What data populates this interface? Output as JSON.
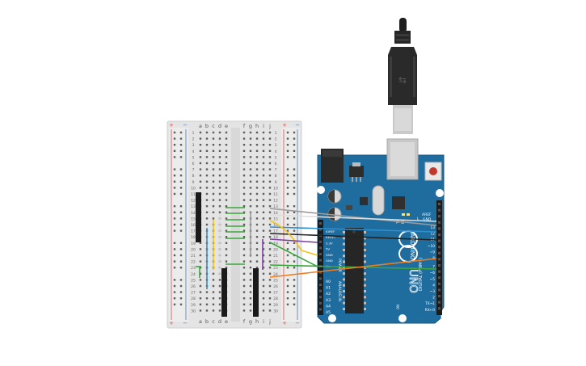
{
  "breadboard": {
    "col_letters_left": [
      "a",
      "b",
      "c",
      "d",
      "e"
    ],
    "col_letters_right": [
      "f",
      "g",
      "h",
      "i",
      "j"
    ],
    "rail_plus": "+",
    "rail_minus": "−",
    "row_numbers": [
      "1",
      "2",
      "3",
      "4",
      "5",
      "6",
      "7",
      "8",
      "9",
      "10",
      "11",
      "12",
      "13",
      "14",
      "15",
      "16",
      "17",
      "18",
      "19",
      "20",
      "21",
      "22",
      "23",
      "24",
      "25",
      "26",
      "27",
      "28",
      "29",
      "30"
    ]
  },
  "arduino": {
    "logo_text": "UNO",
    "brand_text": "ARDUINO",
    "header_aref": "AREF",
    "header_gnd": "GND",
    "digital_label": "DIGITAL (PWM~)",
    "digital_pins": [
      "13",
      "12",
      "~11",
      "~10",
      "~9",
      "8",
      "7",
      "~6",
      "~5",
      "4",
      "~3",
      "2",
      "TX→1",
      "RX←0"
    ],
    "power_label": "POWER",
    "power_pins": [
      "IOREF",
      "RESET",
      "3.3V",
      "5V",
      "GND",
      "GND",
      "Vin"
    ],
    "analog_label": "ANALOG IN",
    "analog_pins": [
      "A0",
      "A1",
      "A2",
      "A3",
      "A4",
      "A5"
    ],
    "tx_label": "TX",
    "rx_label": "RX",
    "l_label": "L",
    "on_label": "ON"
  },
  "colors": {
    "board_blue": "#1f6c9e",
    "breadboard": "#e4e4e4",
    "rail_red": "#d9534f",
    "rail_blue": "#4a78b5",
    "wire_green": "#3aa63a",
    "wire_yellow": "#f0c419",
    "wire_blue": "#2e8fd0",
    "wire_black": "#222222",
    "wire_purple": "#7b3fa0",
    "wire_orange": "#f07d22",
    "wire_gray": "#9a9a9a"
  }
}
